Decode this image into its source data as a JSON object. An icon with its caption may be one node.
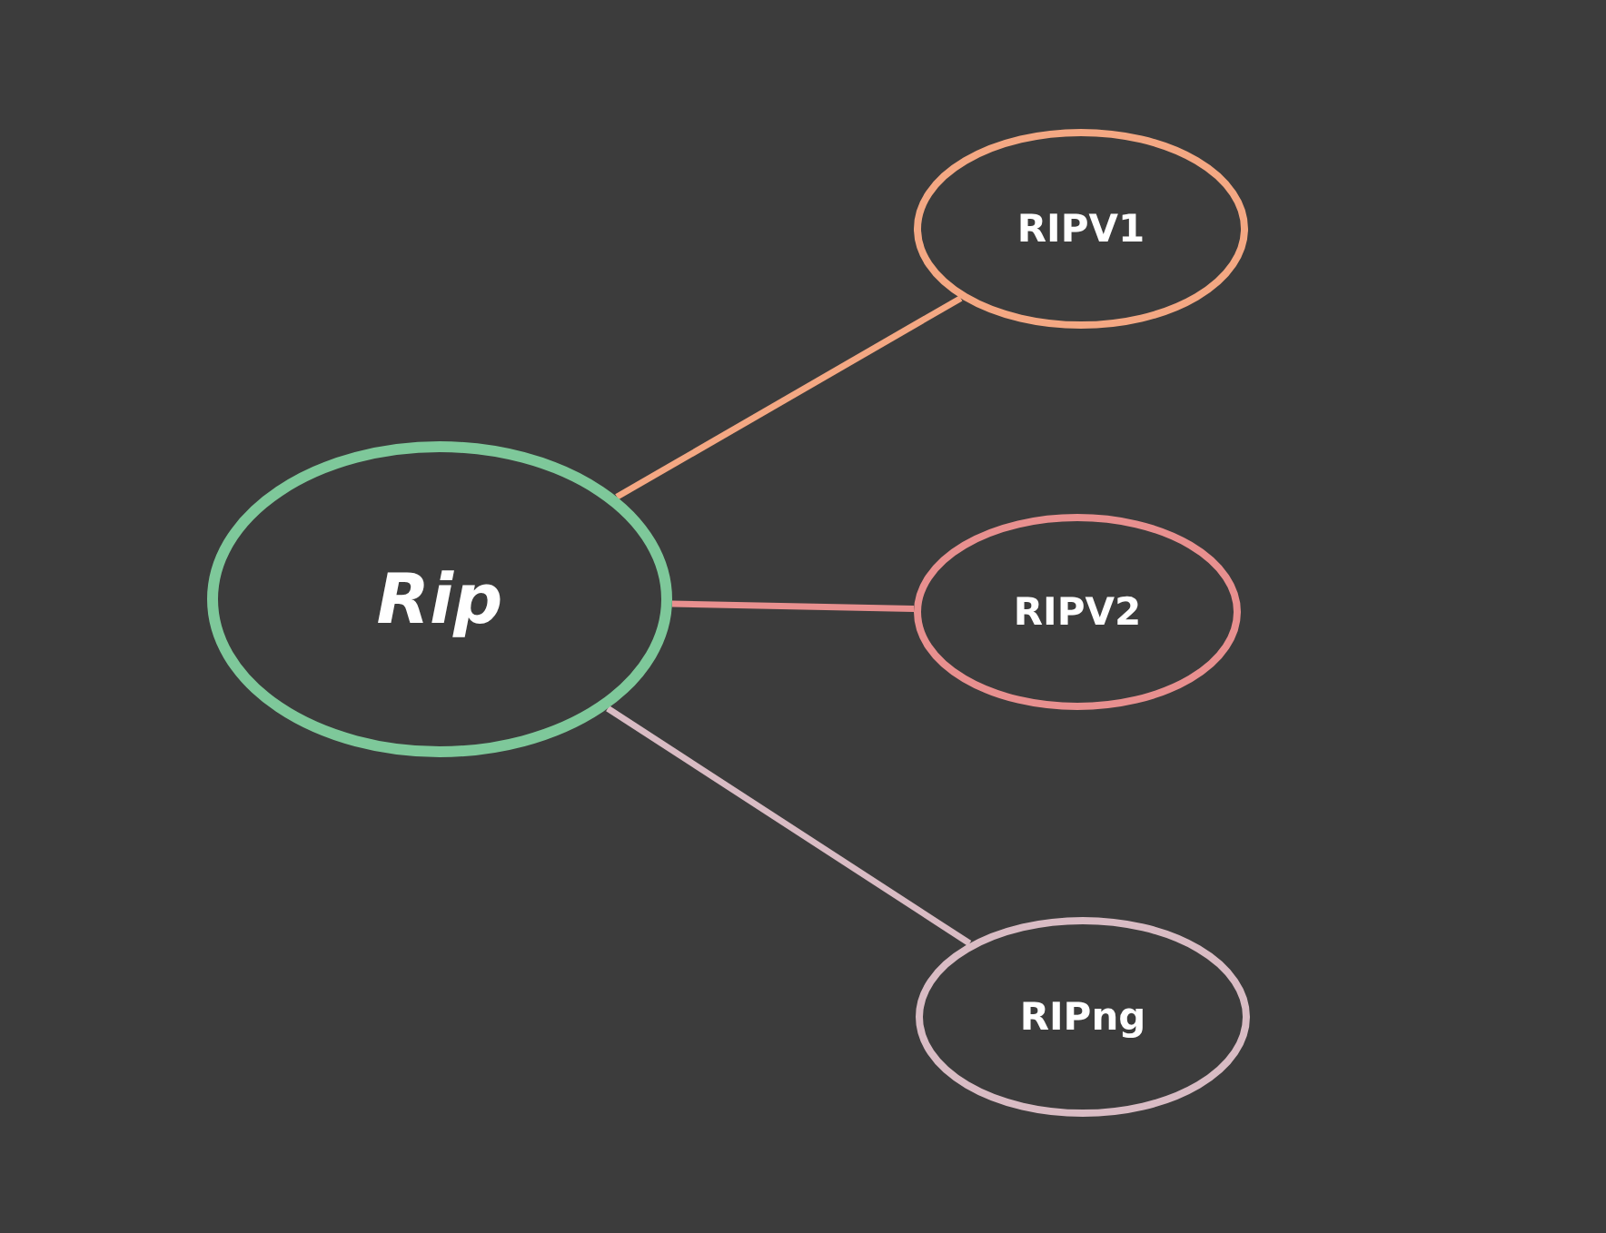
{
  "diagram": {
    "nodes": [
      {
        "text": [
          "Rip"
        ]
      },
      {
        "text": [
          "RIPV1"
        ]
      },
      {
        "text": [
          "RIPV2"
        ]
      },
      {
        "text": [
          "RIPng"
        ]
      }
    ],
    "edges": [
      {
        "from": 0,
        "to": 1,
        "arrow": "none",
        "color": "#f4a883"
      },
      {
        "from": 0,
        "to": 2,
        "arrow": "none",
        "color": "#e8908f"
      },
      {
        "from": 0,
        "to": 3,
        "arrow": "none",
        "color": "#d9bcc4"
      }
    ]
  }
}
